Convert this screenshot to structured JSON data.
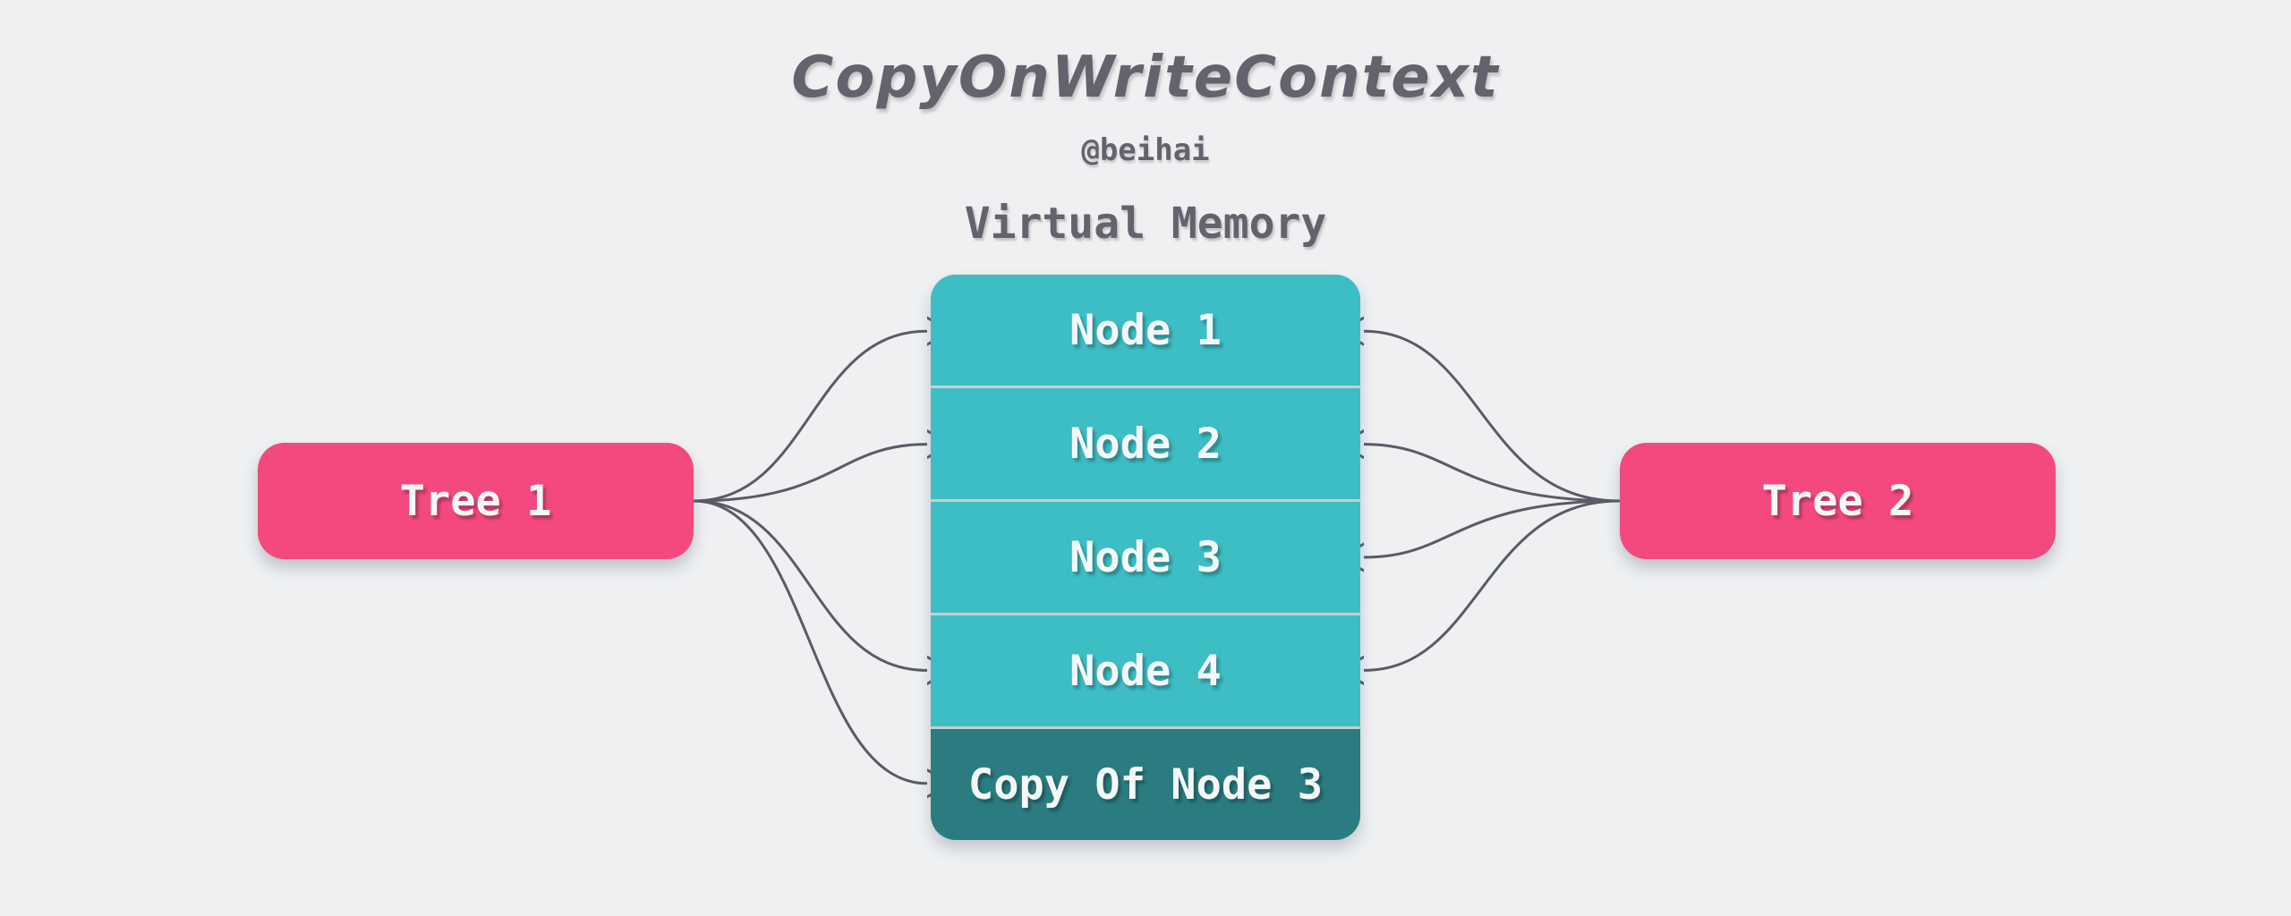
{
  "title": "CopyOnWriteContext",
  "author": "@beihai",
  "memory": {
    "label": "Virtual Memory",
    "nodes": [
      "Node 1",
      "Node 2",
      "Node 3",
      "Node 4",
      "Copy Of Node 3"
    ],
    "copy_node": "Copy Of Node 3"
  },
  "trees": [
    {
      "label": "Tree 1",
      "side": "left",
      "connects_to": [
        "Node 1",
        "Node 2",
        "Node 4",
        "Copy Of Node 3"
      ]
    },
    {
      "label": "Tree 2",
      "side": "right",
      "connects_to": [
        "Node 1",
        "Node 2",
        "Node 3",
        "Node 4"
      ]
    }
  ],
  "colors": {
    "background": "#eef0f2",
    "node_fill": "#3dbdc4",
    "copy_node_fill": "#2a7c80",
    "tree_fill": "#f4497e",
    "node_text": "#f5f8f8",
    "heading_text": "#63636d",
    "arrow": "#5b5b67",
    "divider": "#c8cdd0"
  }
}
